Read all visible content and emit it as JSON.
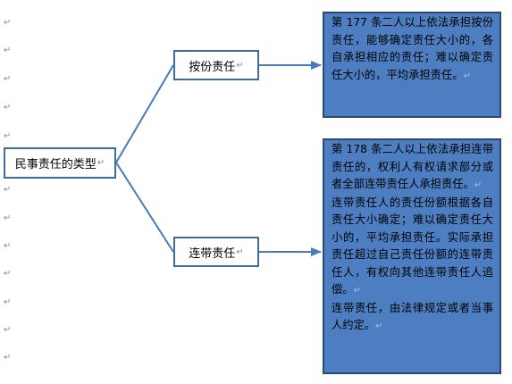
{
  "paragraph_mark": "↵",
  "end_mark": "↵",
  "root": {
    "label": "民事责任的类型"
  },
  "branches": [
    {
      "label": "按份责任"
    },
    {
      "label": "连带责任"
    }
  ],
  "notes": [
    {
      "paragraphs": [
        "第 177 条二人以上依法承担按份责任，能够确定责任大小的，各自承担相应的责任；难以确定责任大小的，平均承担责任。"
      ]
    },
    {
      "paragraphs": [
        "第 178 条二人以上依法承担连带责任的，权利人有权请求部分或者全部连带责任人承担责任。",
        "连带责任人的责任份额根据各自责任大小确定；难以确定责任大小的，平均承担责任。实际承担责任超过自己责任份额的连带责任人，有权向其他连带责任人追偿。",
        "连带责任，由法律规定或者当事人约定。"
      ]
    }
  ],
  "colors": {
    "box_outline": "#3f6da0",
    "note_fill": "#4d7ec1",
    "note_border": "#2c4a70",
    "connector": "#4a7ab5"
  }
}
